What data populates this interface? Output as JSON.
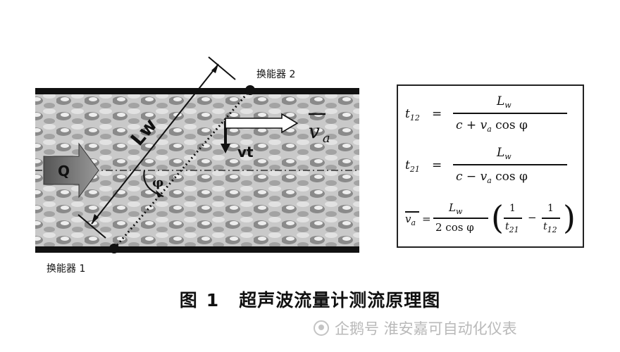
{
  "labels": {
    "transducer_top": "换能器 2",
    "transducer_bottom": "换能器 1",
    "path_length": "Lw",
    "flow": "Q",
    "angle": "φ",
    "velocity_t": "vt",
    "velocity_a": "v",
    "velocity_a_sub": "a"
  },
  "formulas": {
    "t12_lhs": "t",
    "t12_sub": "12",
    "t12_num": "L",
    "t12_num_sub": "w",
    "t12_den": "c + v",
    "t12_den_sub": "a",
    "t12_den_tail": "cos φ",
    "t21_lhs": "t",
    "t21_sub": "21",
    "t21_num": "L",
    "t21_num_sub": "w",
    "t21_den": "c − v",
    "t21_den_sub": "a",
    "t21_den_tail": "cos φ",
    "va_lhs": "v",
    "va_sub": "a",
    "va_num": "L",
    "va_num_sub": "w",
    "va_den": "2 cos φ",
    "va_one_a": "1",
    "va_t21": "t",
    "va_t21_sub": "21",
    "va_one_b": "1",
    "va_t12": "t",
    "va_t12_sub": "12",
    "eq": "=",
    "minus": "−"
  },
  "caption": {
    "figure": "图",
    "number": "1",
    "title": "超声波流量计测流原理图"
  },
  "watermark": "企鹅号 淮安嘉可自动化仪表"
}
